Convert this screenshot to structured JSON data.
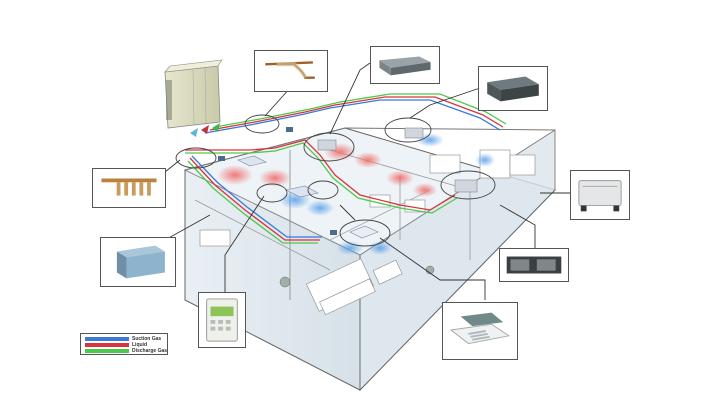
{
  "diagram": {
    "title": "VRF air conditioning system layout",
    "legend": {
      "items": [
        {
          "label": "Suction Gas",
          "color": "#3a7bd5"
        },
        {
          "label": "Liquid",
          "color": "#d9333f"
        },
        {
          "label": "Discharge Gas",
          "color": "#4cc94a"
        }
      ]
    },
    "components": [
      {
        "name": "outdoor-unit",
        "label": "Outdoor unit"
      },
      {
        "name": "refnet-joint",
        "label": "Refnet joint"
      },
      {
        "name": "refnet-header",
        "label": "Refnet header"
      },
      {
        "name": "slim-duct-unit",
        "label": "Slim ducted unit"
      },
      {
        "name": "ceiling-duct-unit",
        "label": "Ceiling concealed duct unit"
      },
      {
        "name": "convector-heater",
        "label": "Convector heater"
      },
      {
        "name": "high-static-duct-unit",
        "label": "High static duct unit"
      },
      {
        "name": "cassette-unit",
        "label": "Ceiling cassette unit"
      },
      {
        "name": "wired-remote-controller",
        "label": "Wired remote controller"
      },
      {
        "name": "air-handling-unit",
        "label": "Air handling unit"
      }
    ],
    "colors": {
      "suction": "#3a7bd5",
      "liquid": "#d9333f",
      "discharge": "#4cc94a",
      "warm_air": "#f07a7a",
      "cool_air": "#7fb6ee",
      "building_floor": "#eef3f7",
      "building_wall": "#dfe8ef",
      "outline": "#555555"
    }
  }
}
